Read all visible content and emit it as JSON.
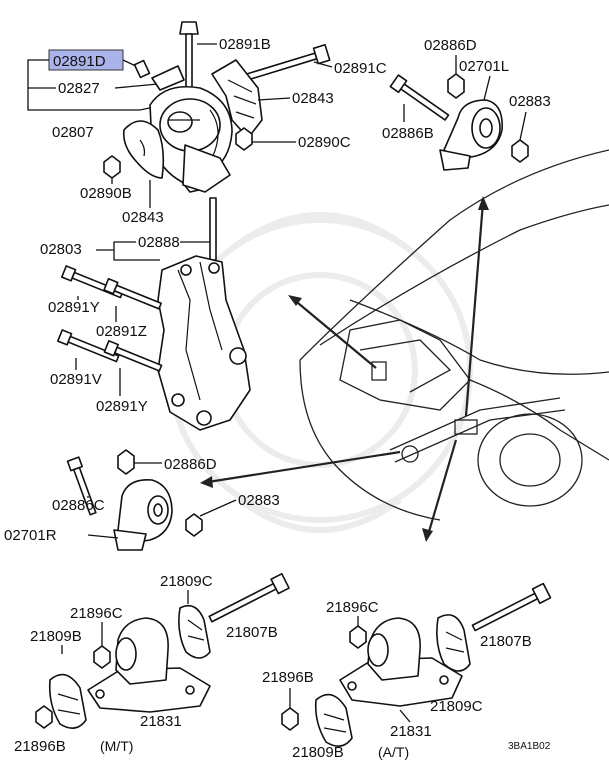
{
  "labels": {
    "l_02891D": "02891D",
    "l_02891B": "02891B",
    "l_02891C": "02891C",
    "l_02827": "02827",
    "l_02843a": "02843",
    "l_02807": "02807",
    "l_02890C": "02890C",
    "l_02890B": "02890B",
    "l_02843b": "02843",
    "l_02886D_top": "02886D",
    "l_02701L": "02701L",
    "l_02883_top": "02883",
    "l_02886B": "02886B",
    "l_02803": "02803",
    "l_02888": "02888",
    "l_02891Y_a": "02891Y",
    "l_02891Z": "02891Z",
    "l_02891V": "02891V",
    "l_02891Y_b": "02891Y",
    "l_02886D_bot": "02886D",
    "l_02886C": "02886C",
    "l_02883_bot": "02883",
    "l_02701R": "02701R",
    "l_21809C_l": "21809C",
    "l_21896C_l": "21896C",
    "l_21807B_l": "21807B",
    "l_21809B_l": "21809B",
    "l_21831_l": "21831",
    "l_21896B_l": "21896B",
    "l_21896C_r": "21896C",
    "l_21807B_r": "21807B",
    "l_21896B_r": "21896B",
    "l_21809C_r": "21809C",
    "l_21831_r": "21831",
    "l_21809B_r": "21809B",
    "cap_mt": "(M/T)",
    "cap_at": "(A/T)",
    "figure_code": "3BA1B02"
  },
  "highlight_color": "#aab4ea"
}
